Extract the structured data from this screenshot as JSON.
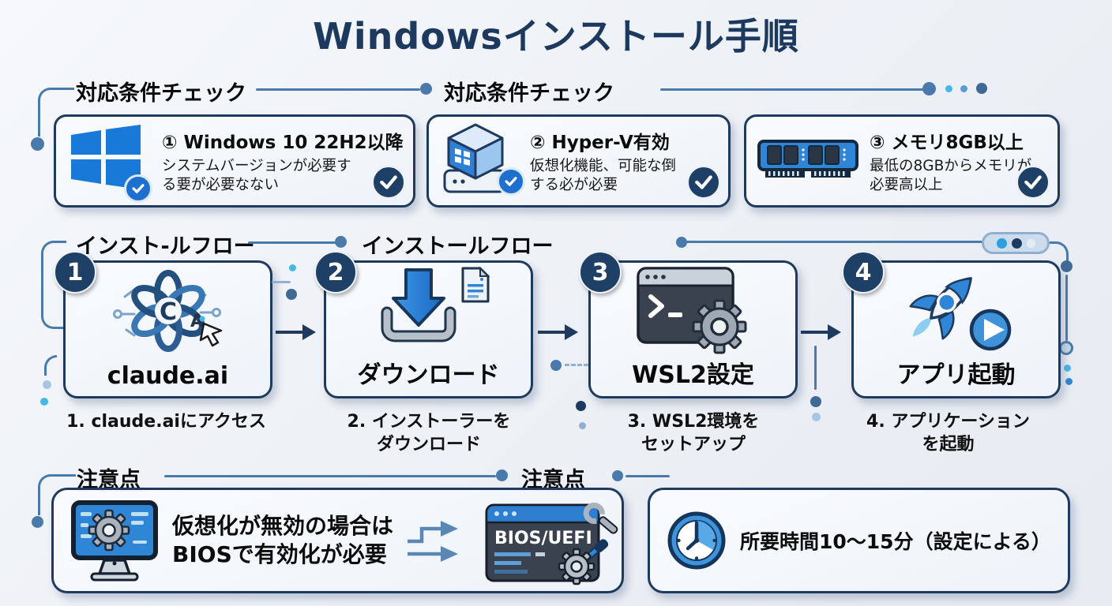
{
  "title": "Windowsインストール手順",
  "colors": {
    "navy": "#1e3a5f",
    "steel_line": "#4a7aab",
    "blue": "#2f86d6",
    "cyan": "#45b8ea",
    "badge_navy": "#1e3f66",
    "card_bg": "#f7fafd"
  },
  "requirements": {
    "header_left": "対応条件チェック",
    "header_right": "対応条件チェック",
    "cards": [
      {
        "icon": "windows-logo",
        "title": "① Windows 10 22H2以降",
        "desc_line1": "システムバージョンが必要す",
        "desc_line2": "る要が必要なない"
      },
      {
        "icon": "hyperv-cube",
        "title": "② Hyper-V有効",
        "desc_line1": "仮想化機能、可能な倒",
        "desc_line2": "する必が必要"
      },
      {
        "icon": "ram-module",
        "title": "③ メモリ8GB以上",
        "desc_line1": "最低の8GBからメモリが",
        "desc_line2": "必要高以上"
      }
    ]
  },
  "flow": {
    "header_left": "インスト-ルフロー",
    "header_right": "インストールフロー",
    "steps": [
      {
        "number": "1",
        "icon": "claude-logo",
        "label": "claude.ai",
        "caption_line1": "1. claude.aiにアクセス",
        "caption_line2": ""
      },
      {
        "number": "2",
        "icon": "download-arrow",
        "label": "ダウンロード",
        "caption_line1": "2. インストーラーを",
        "caption_line2": "ダウンロード"
      },
      {
        "number": "3",
        "icon": "terminal-gear",
        "label": "WSL2設定",
        "caption_line1": "3. WSL2環境を",
        "caption_line2": "セットアップ"
      },
      {
        "number": "4",
        "icon": "rocket-play",
        "label": "アプリ起動",
        "caption_line1": "4. アプリケーション",
        "caption_line2": "を起動"
      }
    ]
  },
  "notes": {
    "header_left": "注意点",
    "header_right": "注意点",
    "bios_note": {
      "icon": "monitor-gear",
      "line1": "仮想化が無効の場合は",
      "line2": "BIOSで有効化が必要",
      "bios_label": "BIOS/UEFI"
    },
    "time_note": {
      "icon": "clock",
      "text": "所要時間10〜15分（設定による）"
    }
  }
}
